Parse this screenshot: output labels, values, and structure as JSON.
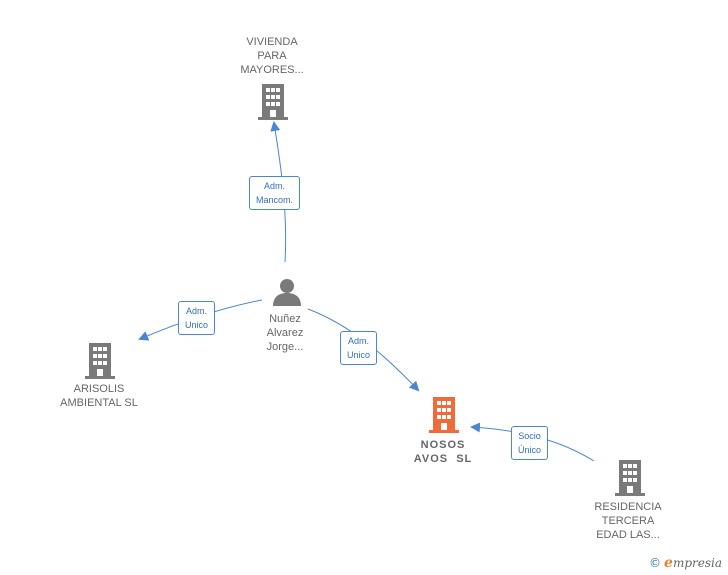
{
  "nodes": {
    "vivienda": {
      "lines": [
        "VIVIENDA",
        "PARA",
        "MAYORES..."
      ],
      "type": "company",
      "color": "#7a7a7a"
    },
    "person": {
      "lines": [
        "Nuñez",
        "Alvarez",
        "Jorge..."
      ],
      "type": "person",
      "color": "#7a7a7a"
    },
    "arisolis": {
      "lines": [
        "ARISOLIS",
        "AMBIENTAL SL"
      ],
      "type": "company",
      "color": "#7a7a7a"
    },
    "nosos": {
      "lines": [
        "NOSOS",
        "AVOS  SL"
      ],
      "type": "company-main",
      "color": "#f06a3a"
    },
    "residencia": {
      "lines": [
        "RESIDENCIA",
        "TERCERA",
        "EDAD LAS..."
      ],
      "type": "company",
      "color": "#7a7a7a"
    }
  },
  "edges": {
    "mancom": {
      "lines": [
        "Adm.",
        "Mancom."
      ]
    },
    "arisolis_unico": {
      "lines": [
        "Adm.",
        "Unico"
      ]
    },
    "nosos_unico": {
      "lines": [
        "Adm.",
        "Unico"
      ]
    },
    "socio": {
      "lines": [
        "Socio",
        "Único"
      ]
    }
  },
  "colors": {
    "edge": "#4a86d4",
    "icon_gray": "#7a7a7a",
    "icon_main": "#f06a3a"
  },
  "brand": {
    "copyright": "©",
    "name_first": "e",
    "name_rest": "mpresia"
  }
}
